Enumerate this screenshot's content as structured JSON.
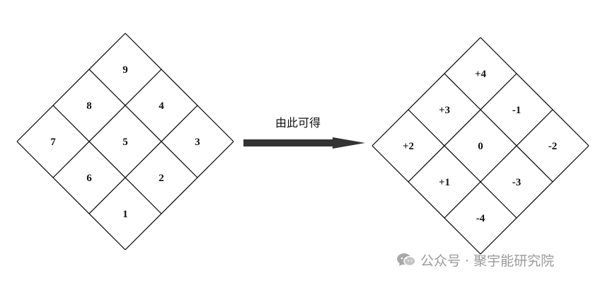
{
  "left_square": {
    "cells": [
      {
        "row": 0,
        "col": 0,
        "value": "9"
      },
      {
        "row": 0,
        "col": 1,
        "value": "4"
      },
      {
        "row": 0,
        "col": 2,
        "value": "3"
      },
      {
        "row": 1,
        "col": 0,
        "value": "8"
      },
      {
        "row": 1,
        "col": 1,
        "value": "5"
      },
      {
        "row": 1,
        "col": 2,
        "value": "2"
      },
      {
        "row": 2,
        "col": 0,
        "value": "7"
      },
      {
        "row": 2,
        "col": 1,
        "value": "6"
      },
      {
        "row": 2,
        "col": 2,
        "value": "1"
      }
    ]
  },
  "arrow": {
    "label": "由此可得",
    "color": "#333333"
  },
  "right_square": {
    "cells": [
      {
        "row": 0,
        "col": 0,
        "value": "+4"
      },
      {
        "row": 0,
        "col": 1,
        "value": "-1"
      },
      {
        "row": 0,
        "col": 2,
        "value": "-2"
      },
      {
        "row": 1,
        "col": 0,
        "value": "+3"
      },
      {
        "row": 1,
        "col": 1,
        "value": "0"
      },
      {
        "row": 1,
        "col": 2,
        "value": "-3"
      },
      {
        "row": 2,
        "col": 0,
        "value": "+2"
      },
      {
        "row": 2,
        "col": 1,
        "value": "+1"
      },
      {
        "row": 2,
        "col": 2,
        "value": "-4"
      }
    ]
  },
  "watermark": {
    "icon": "wechat-icon",
    "text": "公众号 · 聚宇能研究院"
  }
}
